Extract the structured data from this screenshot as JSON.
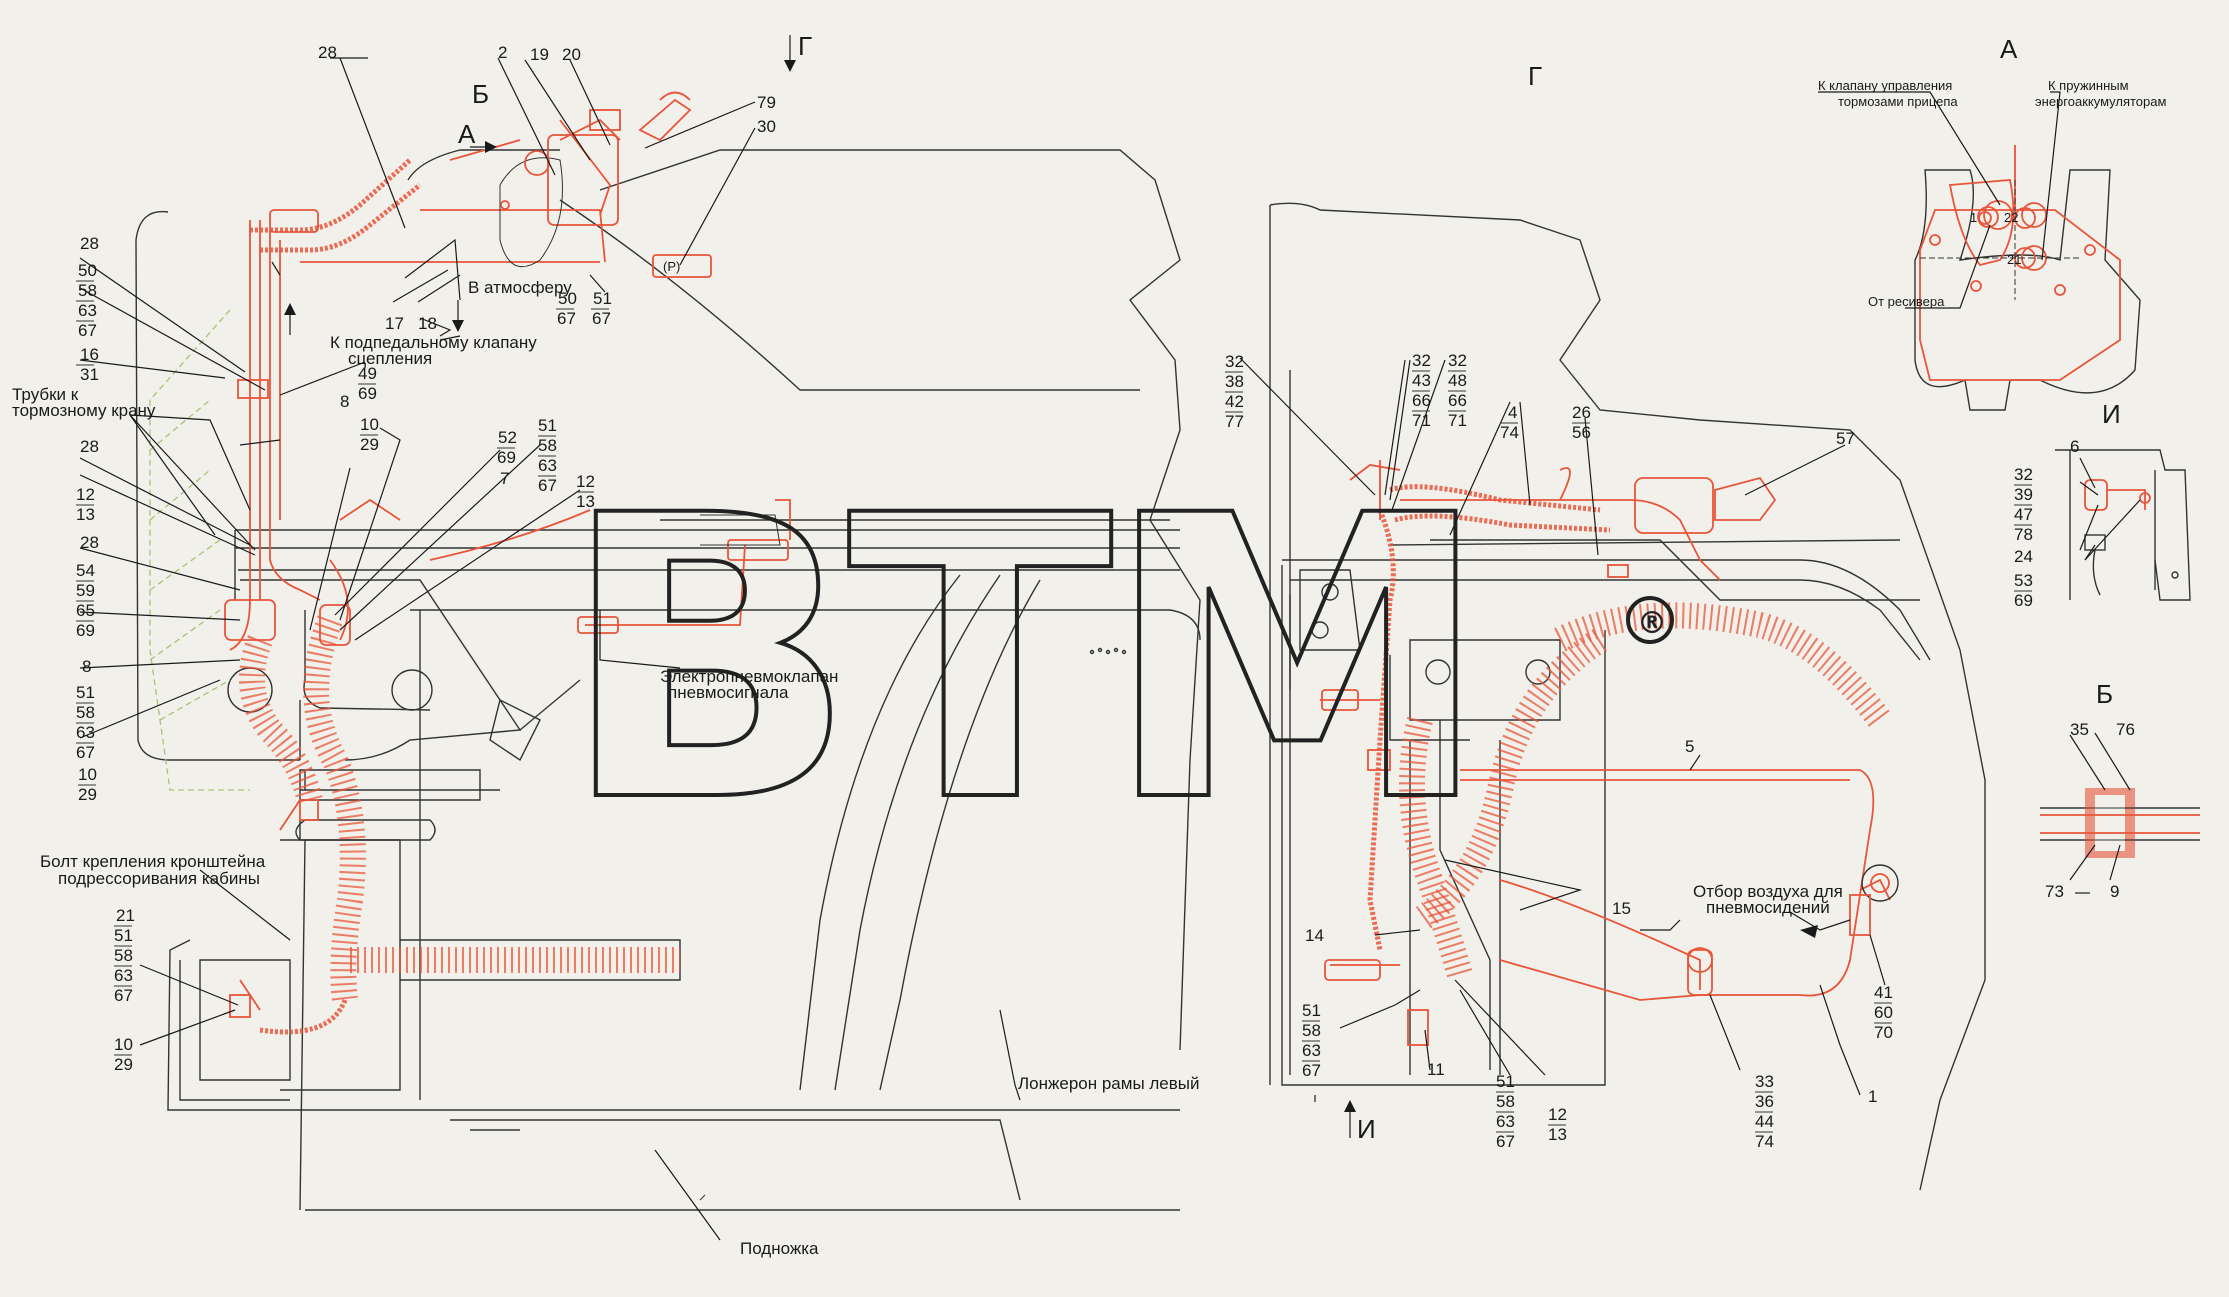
{
  "watermark": {
    "text": "BTM",
    "mark": "®"
  },
  "views": {
    "a": "А",
    "b": "Б",
    "g": "Г",
    "i": "И",
    "arrow_g": "Г",
    "arrow_a": "А",
    "arrow_b": "Б",
    "arrow_i": "И"
  },
  "labels": {
    "to_atmosphere": "В атмосферу",
    "to_clutch_valve_1": "К подпедальному клапану",
    "to_clutch_valve_2": "сцепления",
    "tubes_brake_1": "Трубки к",
    "tubes_brake_2": "тормозному крану",
    "electro_valve_1": "Электропневмоклапан",
    "electro_valve_2": "пневмосигнала",
    "bolt_1": "Болт крепления кронштейна",
    "bolt_2": "подрессоривания кабины",
    "frame_left": "Лонжерон рамы левый",
    "step": "Подножка",
    "air_take_1": "Отбор воздуха для",
    "air_take_2": "пневмосидений",
    "trailer_valve_1": "К клапану управления",
    "trailer_valve_2": "тормозами прицепа",
    "spring_acc_1": "К пружинным",
    "spring_acc_2": "энергоаккумуляторам",
    "from_receiver": "От ресивера",
    "port_1": "1",
    "port_21": "21",
    "port_22": "22",
    "parking_symbol": "(P)"
  },
  "refs": {
    "n2": "2",
    "n19": "19",
    "n20": "20",
    "n79": "79",
    "n30": "30",
    "n28a": "28",
    "n17": "17",
    "n18": "18",
    "n50": "50",
    "n67a": "67",
    "n51a": "51",
    "n67b": "67",
    "n28b": "28",
    "n50b": "50",
    "n58a": "58",
    "n63a": "63",
    "n67c": "67",
    "n16": "16",
    "n31": "31",
    "n49": "49",
    "n69a": "69",
    "n8a": "8",
    "n10a": "10",
    "n29a": "29",
    "n52": "52",
    "n69b": "69",
    "n7": "7",
    "n51b": "51",
    "n58b": "58",
    "n63b": "63",
    "n67d": "67",
    "n12a": "12",
    "n13a": "13",
    "n28c": "28",
    "n12b": "12",
    "n13b": "13",
    "n28d": "28",
    "n54": "54",
    "n59": "59",
    "n65": "65",
    "n69c": "69",
    "n8b": "8",
    "n51c": "51",
    "n58c": "58",
    "n63c": "63",
    "n67e": "67",
    "n10b": "10",
    "n29b": "29",
    "n21": "21",
    "n51d": "51",
    "n58d": "58",
    "n63d": "63",
    "n67f": "67",
    "n10c": "10",
    "n29c": "29",
    "g32a": "32",
    "g38": "38",
    "g42": "42",
    "g77": "77",
    "g32b": "32",
    "g43": "43",
    "g66a": "66",
    "g71a": "71",
    "g32c": "32",
    "g48": "48",
    "g66b": "66",
    "g71b": "71",
    "g4": "4",
    "g74a": "74",
    "g26": "26",
    "g56": "56",
    "g57": "57",
    "g5": "5",
    "g15": "15",
    "g14": "14",
    "g51a": "51",
    "g58a": "58",
    "g63a": "63",
    "g67a": "67",
    "g11": "11",
    "g51b": "51",
    "g58b": "58",
    "g63b": "63",
    "g67b": "67",
    "g12": "12",
    "g13": "13",
    "g33": "33",
    "g36": "36",
    "g44": "44",
    "g74b": "74",
    "g41": "41",
    "g60": "60",
    "g70": "70",
    "g1": "1",
    "i6": "6",
    "i32": "32",
    "i39": "39",
    "i47": "47",
    "i78": "78",
    "i24": "24",
    "i53": "53",
    "i69": "69",
    "b35": "35",
    "b76": "76",
    "b73": "73",
    "b9": "9"
  }
}
